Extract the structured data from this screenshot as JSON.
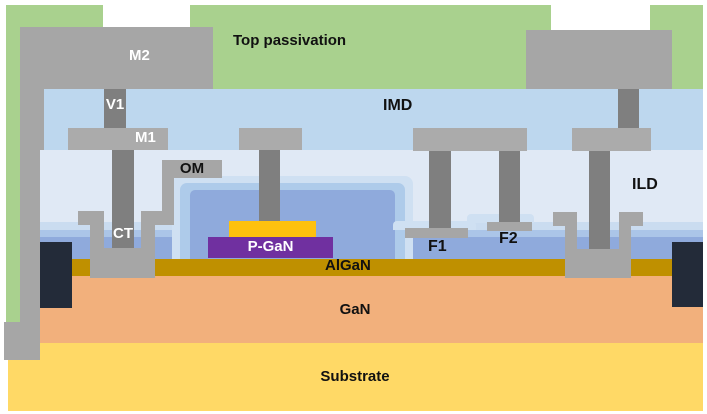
{
  "diagram": {
    "description": "Cross-section schematic of a p-GaN gate HEMT power device showing metal stack and epitaxial layers",
    "labels": {
      "top_passivation": "Top passivation",
      "m2": "M2",
      "v1": "V1",
      "m1": "M1",
      "imd": "IMD",
      "om": "OM",
      "ct": "CT",
      "ild": "ILD",
      "f1": "F1",
      "f2": "F2",
      "p_gan": "P-GaN",
      "algan": "AlGaN",
      "gan": "GaN",
      "substrate": "Substrate"
    },
    "colors": {
      "passivation_green": "#a9d18e",
      "imd_blue": "#bdd7ee",
      "ild_pale_blue": "#e0e9f5",
      "liner_blue_outer": "#cfe0f2",
      "liner_blue_mid": "#abc5e8",
      "nitride_blue": "#8faadc",
      "metal_gray": "#a6a6a6",
      "via_gray": "#7f7f7f",
      "gate_metal_gold": "#fec10e",
      "p_gan_purple": "#7030a0",
      "algan_dark_gold": "#bf9000",
      "gan_orange": "#f2b07c",
      "substrate_yellow": "#ffd966",
      "isolation_dark_navy": "#232b39"
    }
  }
}
